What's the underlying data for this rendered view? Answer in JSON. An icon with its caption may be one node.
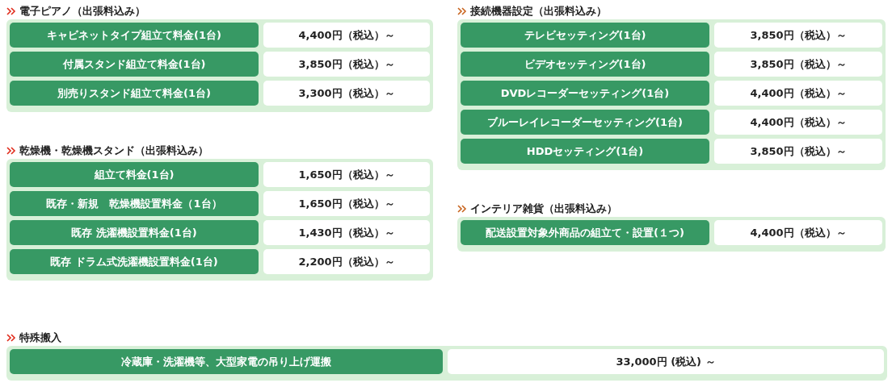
{
  "diagram": {
    "nodes": [
      {
        "text": [
          "電子ピアノ（出張料込み）"
        ]
      },
      {
        "text": [
          "キャビネットタイプ組立て料金(1台)"
        ],
        "in": 0
      },
      {
        "text": [
          "4,400円（税込）～"
        ],
        "in": 0
      },
      {
        "text": [
          "付属スタンド組立て料金(1台)"
        ],
        "in": 0
      },
      {
        "text": [
          "3,850円（税込）～"
        ],
        "in": 0
      },
      {
        "text": [
          "別売りスタンド組立て料金(1台)"
        ],
        "in": 0
      },
      {
        "text": [
          "3,300円（税込）～"
        ],
        "in": 0
      },
      {
        "text": [
          "接続機器設定（出張料込み）"
        ]
      },
      {
        "text": [
          "テレビセッティング(1台)"
        ],
        "in": 7
      },
      {
        "text": [
          "3,850円（税込）～"
        ],
        "in": 7
      },
      {
        "text": [
          "ビデオセッティング(1台)"
        ],
        "in": 7
      },
      {
        "text": [
          "3,850円（税込）～"
        ],
        "in": 7
      },
      {
        "text": [
          "DVDレコーダーセッティング(1台)"
        ],
        "in": 7
      },
      {
        "text": [
          "4,400円（税込）～"
        ],
        "in": 7
      },
      {
        "text": [
          "ブルーレイレコーダーセッティング(1台)"
        ],
        "in": 7
      },
      {
        "text": [
          "4,400円（税込）～"
        ],
        "in": 7
      },
      {
        "text": [
          "HDDセッティング(1台)"
        ],
        "in": 7
      },
      {
        "text": [
          "3,850円（税込）～"
        ],
        "in": 7
      },
      {
        "text": [
          "乾燥機・乾燥機スタンド（出張料込み）"
        ]
      },
      {
        "text": [
          "組立て料金(1台)"
        ],
        "in": 18
      },
      {
        "text": [
          "1,650円（税込）～"
        ],
        "in": 18
      },
      {
        "text": [
          "既存・新規　乾燥機設置料金（1台）"
        ],
        "in": 18
      },
      {
        "text": [
          "1,650円（税込）～"
        ],
        "in": 18
      },
      {
        "text": [
          "既存 洗濯機設置料金(1台)"
        ],
        "in": 18
      },
      {
        "text": [
          "1,430円（税込）～"
        ],
        "in": 18
      },
      {
        "text": [
          "既存 ドラム式洗濯機設置料金(1台)"
        ],
        "in": 18
      },
      {
        "text": [
          "2,200円（税込）～"
        ],
        "in": 18
      },
      {
        "text": [
          "インテリア雑貨（出張料込み）"
        ]
      },
      {
        "text": [
          "配送設置対象外商品の組立て・設置(１つ)"
        ],
        "in": 27
      },
      {
        "text": [
          "4,400円（税込）～"
        ],
        "in": 27
      },
      {
        "text": [
          "特殊搬入"
        ]
      },
      {
        "text": [
          "冷蔵庫・洗濯機等、大型家電の吊り上げ運搬"
        ],
        "in": 30
      },
      {
        "text": [
          "33,000円 (税込) ～"
        ],
        "in": 30
      }
    ],
    "edges": []
  }
}
